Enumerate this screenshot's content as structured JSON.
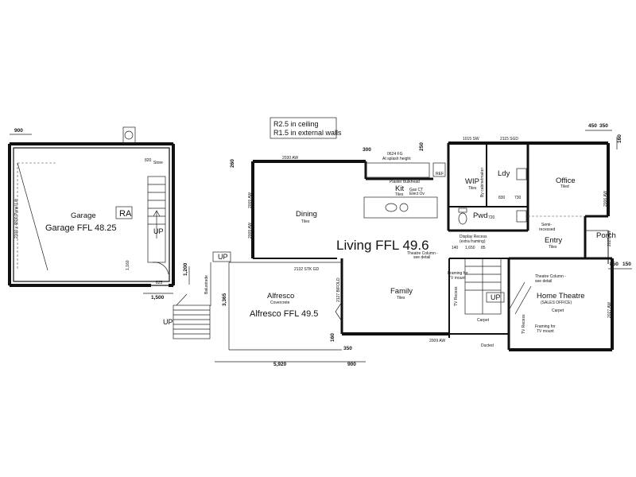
{
  "notes": {
    "line1": "R2.5 in ceiling",
    "line2": "R1.5 in external walls"
  },
  "levels": {
    "living": "Living FFL 49.6",
    "garage": "Garage FFL 48.25",
    "alfresco": "Alfresco FFL 49.5"
  },
  "rooms": {
    "garage": "Garage",
    "ra": "RA",
    "store": "Store",
    "dining": "Dining",
    "dining_finish": "Tiles",
    "kit": "Kit",
    "kit_finish": "Tiles",
    "wip": "WIP",
    "wip_finish": "Tiles",
    "ldy": "Ldy",
    "pwd": "Pwd",
    "office": "Office",
    "office_finish": "Tiled",
    "entry": "Entry",
    "entry_finish": "Tiles",
    "porch": "Porch",
    "alfresco": "Alfresco",
    "alfresco_finish": "Covercrete",
    "family": "Family",
    "family_finish": "Tiles",
    "home_theatre": "Home Theatre",
    "sales_office": "(SALES OFFICE)",
    "theatre_finish": "Carpet",
    "stair_finish": "Carpet"
  },
  "up_labels": {
    "garage": "UP",
    "alfresco": "UP",
    "left": "UP",
    "stair": "UP"
  },
  "annotations": {
    "plaster_bulkhead": "Plaster Bulkhead",
    "gas_ct": "Gas CT",
    "elect_ov": "Elect Ov",
    "ref": "REF",
    "fg": "0624 FG",
    "splash": "At splash height",
    "by_cabinetmaker": "By cabinetmaker",
    "display_recess": "Display Recess",
    "extra_framing": "(extra framing)",
    "theatre_col1": "Theatre Column -",
    "see_detail1": "see detail",
    "theatre_col2": "Theatre Column -",
    "see_detail2": "see detail",
    "framing_tv1": "Framing for",
    "tv_mount1": "TV mount",
    "framing_tv2": "Framing for",
    "tv_mount2": "TV mount",
    "tv_recess1": "TV Recess",
    "tv_recess2": "TV Recess",
    "semi": "Semi-",
    "recessed": "recessed",
    "ducted": "Ducted",
    "stk_gd": "2132 STK GD",
    "bifold": "2127 BIFOLD",
    "balustrade": "Balustrade",
    "panel_lift": "2100 x 4800 Panel Lift",
    "sw": "1015 SW",
    "sgd": "2115 SGD",
    "aw_dining_top": "2030 AW",
    "aw_dining_left1": "2009 AW",
    "aw_dining_left2": "2009 AW",
    "aw_family": "2009 AW",
    "aw_theatre": "2027 AW",
    "aw_office": "2006 AW",
    "aw_porch": "2027 AW"
  },
  "dimensions": {
    "d900_top": "900",
    "d450": "450",
    "d350_top": "350",
    "d160": "160",
    "d300": "300",
    "d250": "250",
    "d260": "260",
    "d1200": "1,200",
    "d1500": "1,500",
    "d3365": "3,365",
    "d5920": "5,920",
    "d900_bottom": "900",
    "d160_bottom": "160",
    "d350_bottom": "350",
    "d850": "850",
    "d150": "150",
    "d820": "820",
    "d825": "825",
    "d1160": "1,160",
    "d140": "140",
    "d1650": "1,650",
    "d85": "85",
    "d830": "830",
    "d730": "730",
    "d720": "720"
  }
}
